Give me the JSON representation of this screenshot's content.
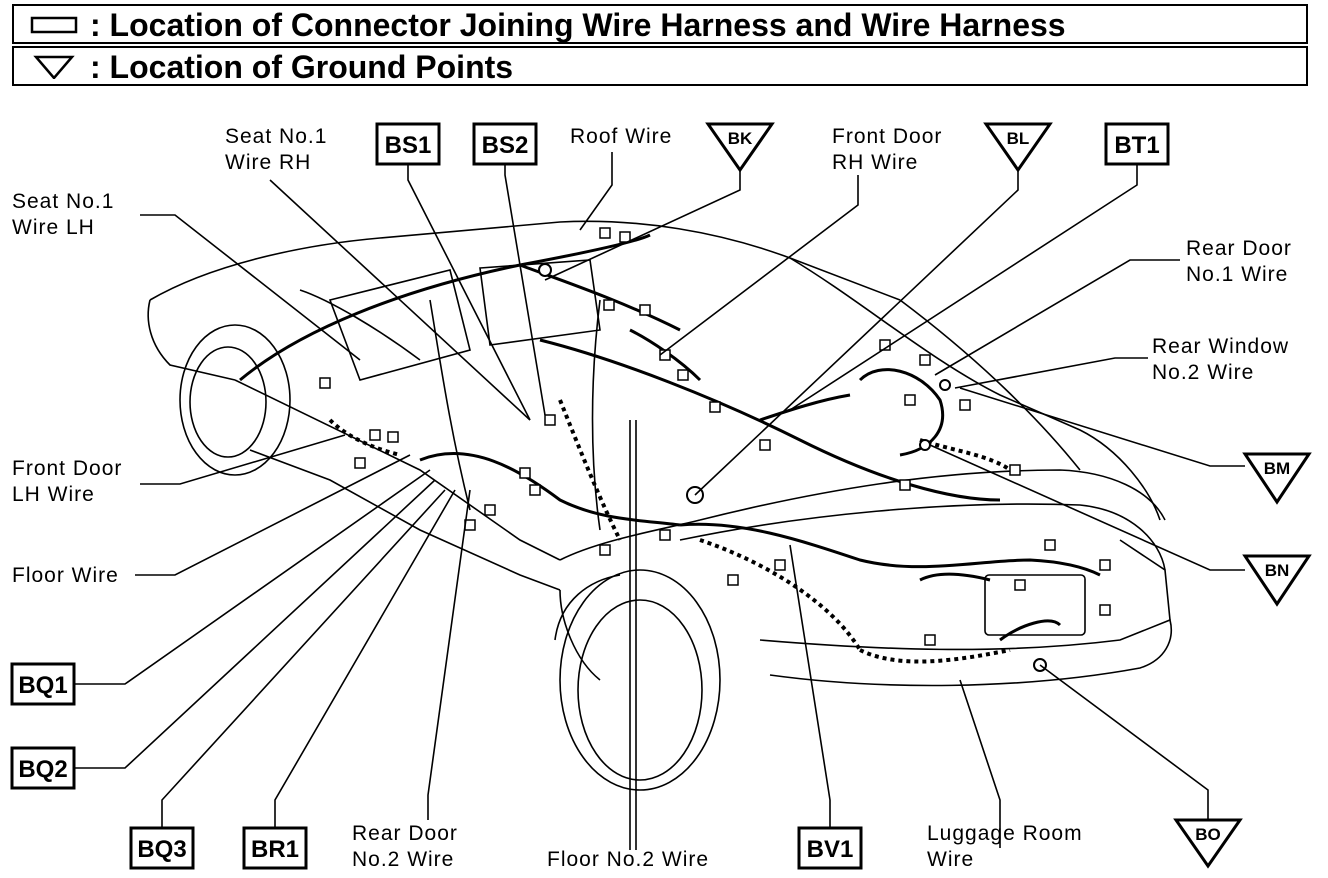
{
  "legend": {
    "connector_text": ": Location of Connector Joining Wire Harness and Wire Harness",
    "ground_text": ": Location of Ground Points"
  },
  "labels": {
    "seat_no1_rh_1": "Seat No.1",
    "seat_no1_rh_2": "Wire RH",
    "seat_no1_lh_1": "Seat No.1",
    "seat_no1_lh_2": "Wire LH",
    "roof_wire": "Roof Wire",
    "front_door_rh_1": "Front Door",
    "front_door_rh_2": "RH Wire",
    "rear_door_no1_1": "Rear Door",
    "rear_door_no1_2": "No.1 Wire",
    "rear_window_no2_1": "Rear Window",
    "rear_window_no2_2": "No.2 Wire",
    "front_door_lh_1": "Front Door",
    "front_door_lh_2": "LH Wire",
    "floor_wire": "Floor Wire",
    "rear_door_no2_1": "Rear Door",
    "rear_door_no2_2": "No.2 Wire",
    "floor_no2_wire": "Floor No.2 Wire",
    "luggage_room_1": "Luggage Room",
    "luggage_room_2": "Wire"
  },
  "connectors": {
    "bs1": "BS1",
    "bs2": "BS2",
    "bt1": "BT1",
    "bq1": "BQ1",
    "bq2": "BQ2",
    "bq3": "BQ3",
    "br1": "BR1",
    "bv1": "BV1"
  },
  "grounds": {
    "bk": "BK",
    "bl": "BL",
    "bm": "BM",
    "bn": "BN",
    "bo": "BO"
  }
}
